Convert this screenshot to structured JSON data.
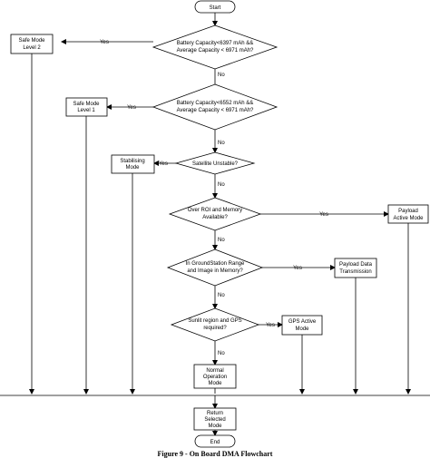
{
  "start": "Start",
  "end": "End",
  "decisions": [
    {
      "lines": [
        "Battery Capacity<6397 mAh &&",
        "Average Capacity < 6971 mAh?"
      ]
    },
    {
      "lines": [
        "Battery Capacity<6552 mAh &&",
        "Average Capacity < 6971 mAh?"
      ]
    },
    {
      "lines": [
        "Satellite Unstable?"
      ]
    },
    {
      "lines": [
        "Over ROI and Memory",
        "Available?"
      ]
    },
    {
      "lines": [
        "In GroundStation Range",
        "and Image in Memory?"
      ]
    },
    {
      "lines": [
        "Sunlit region and GPS",
        "required?"
      ]
    }
  ],
  "modes": [
    {
      "lines": [
        "Safe Mode",
        "Level 2"
      ]
    },
    {
      "lines": [
        "Safe Mode",
        "Level 1"
      ]
    },
    {
      "lines": [
        "Stabilising",
        "Mode"
      ]
    },
    {
      "lines": [
        "Payload",
        "Active Mode"
      ]
    },
    {
      "lines": [
        "Payload Data",
        "Transmission"
      ]
    },
    {
      "lines": [
        "GPS Active",
        "Mode"
      ]
    }
  ],
  "normal_mode": {
    "lines": [
      "Normal",
      "Operation",
      "Mode"
    ]
  },
  "return_mode": {
    "lines": [
      "Return",
      "Selected",
      "Mode"
    ]
  },
  "yes_label": "Yes",
  "no_label": "No",
  "caption": "Figure 9 - On Board DMA Flowchart"
}
